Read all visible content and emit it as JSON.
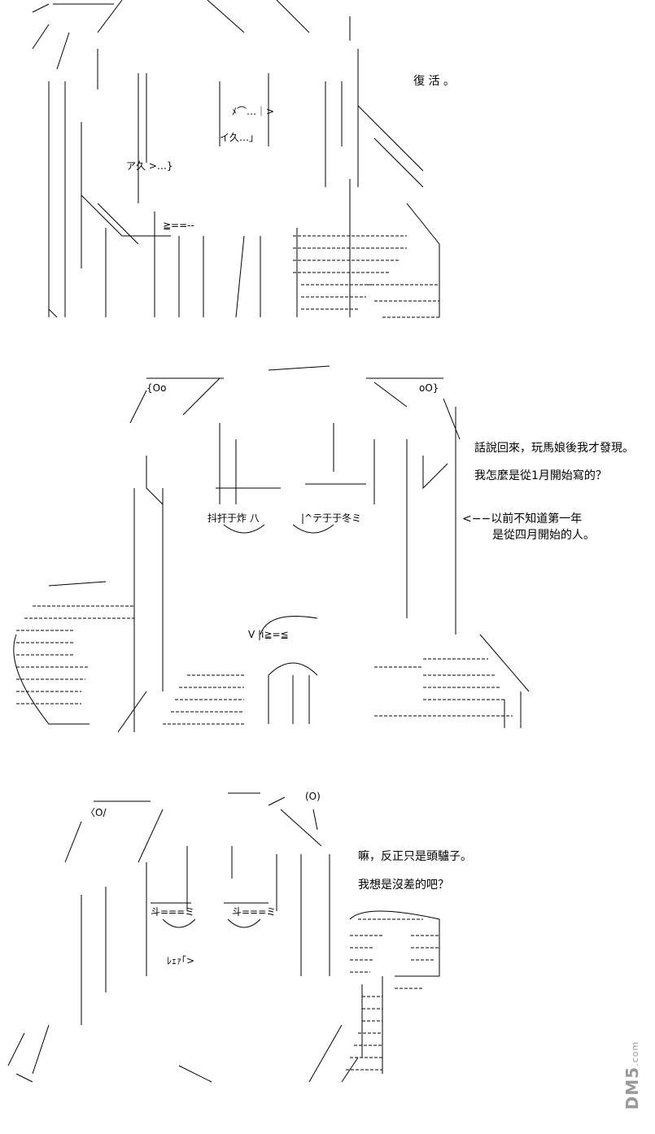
{
  "panel1": {
    "caption": "復 活 。",
    "art_marks": [
      "ﾒ⌒…｜>",
      "イ久…｣",
      "ア久 >…}",
      "≧==--"
    ]
  },
  "panel2": {
    "lines": [
      "話說回來，玩馬娘後我才發現。",
      "我怎麼是從1月開始寫的？"
    ],
    "note_arrow": "<−−",
    "note_lines": [
      "以前不知道第一年",
      "是從四月開始的人。"
    ],
    "art_marks": [
      "抖扞于炸 八",
      "|^テ于于冬ミ",
      "{Oo",
      "oO}",
      "V |i≧=≦"
    ]
  },
  "panel3": {
    "lines": [
      "嘛，反正只是頭驢子。",
      "我想是沒差的吧？"
    ],
    "art_marks": [
      "〈O/",
      "(O)",
      "斗===ミ",
      "斗===ミ",
      "ﾚｪｧ｢>"
    ]
  },
  "watermark": {
    "brand": "DM5",
    "suffix": ".com"
  }
}
